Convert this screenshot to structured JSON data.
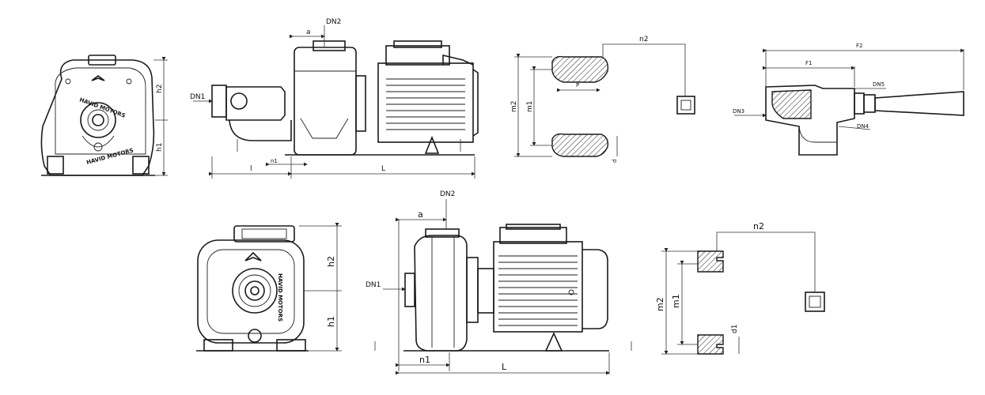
{
  "top": {
    "front_view": {
      "brand": "HAVID MOTORS",
      "dims": {
        "h1": "h1",
        "h2": "h2"
      }
    },
    "side_view": {
      "dims": {
        "dn1": "DN1",
        "dn2": "DN2",
        "a": "a",
        "n1": "n1",
        "l": "l",
        "L": "L"
      }
    },
    "base_detail": {
      "dims": {
        "n2": "n2",
        "m2": "m2",
        "m1": "m1",
        "p": "P",
        "d": "d"
      }
    },
    "section_view": {
      "dims": {
        "f1": "F1",
        "f2": "F2",
        "dn3": "DN3",
        "dn4": "DN4",
        "dn5": "DN5"
      }
    }
  },
  "bottom": {
    "front_view": {
      "brand": "HAVID MOTORS",
      "dims": {
        "h1": "h1",
        "h2": "h2"
      }
    },
    "side_view": {
      "dims": {
        "dn1": "DN1",
        "dn2": "DN2",
        "a": "a",
        "n1": "n1",
        "L": "L"
      }
    },
    "base_detail": {
      "dims": {
        "n2": "n2",
        "m2": "m2",
        "m1": "m1",
        "d1": "d1"
      }
    }
  }
}
